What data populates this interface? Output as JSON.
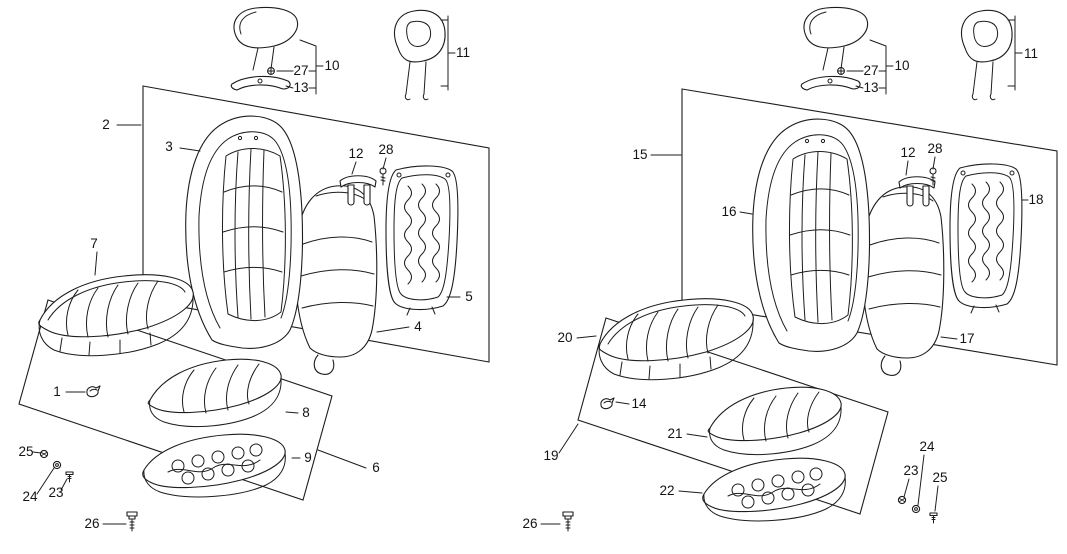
{
  "meta": {
    "description_colors": {
      "background": "#ffffff",
      "line": "#1d1d1d",
      "label_text": "#141414"
    }
  },
  "parts": {
    "p1": "1",
    "p2": "2",
    "p3": "3",
    "p4": "4",
    "p5": "5",
    "p6": "6",
    "p7": "7",
    "p8": "8",
    "p9": "9",
    "p10": "10",
    "p11": "11",
    "p12": "12",
    "p13": "13",
    "p14": "14",
    "p15": "15",
    "p16": "16",
    "p17": "17",
    "p18": "18",
    "p19": "19",
    "p20": "20",
    "p21": "21",
    "p22": "22",
    "p23": "23",
    "p24": "24",
    "p25": "25",
    "p26": "26",
    "p27": "27",
    "p28": "28"
  }
}
